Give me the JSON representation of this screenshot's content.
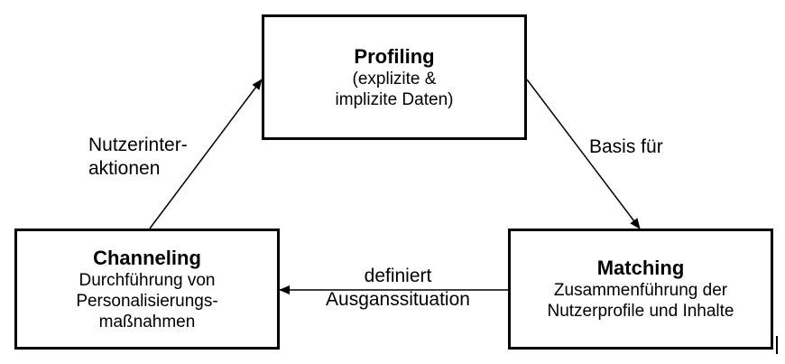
{
  "nodes": {
    "profiling": {
      "title": "Profiling",
      "lines": [
        "(explizite &",
        "implizite Daten)"
      ]
    },
    "channeling": {
      "title": "Channeling",
      "lines": [
        "Durchführung von",
        "Personalisierungs-",
        "maßnahmen"
      ]
    },
    "matching": {
      "title": "Matching",
      "lines": [
        "Zusammenführung der",
        "Nutzerprofile und Inhalte"
      ]
    }
  },
  "edges": {
    "channeling_to_profiling": {
      "lines": [
        "Nutzerinter-",
        "aktionen"
      ]
    },
    "profiling_to_matching": {
      "lines": [
        "Basis für"
      ]
    },
    "matching_to_channeling": {
      "lines": [
        "definiert",
        "Ausganssituation"
      ]
    }
  },
  "colors": {
    "stroke": "#000000",
    "background": "#ffffff"
  }
}
